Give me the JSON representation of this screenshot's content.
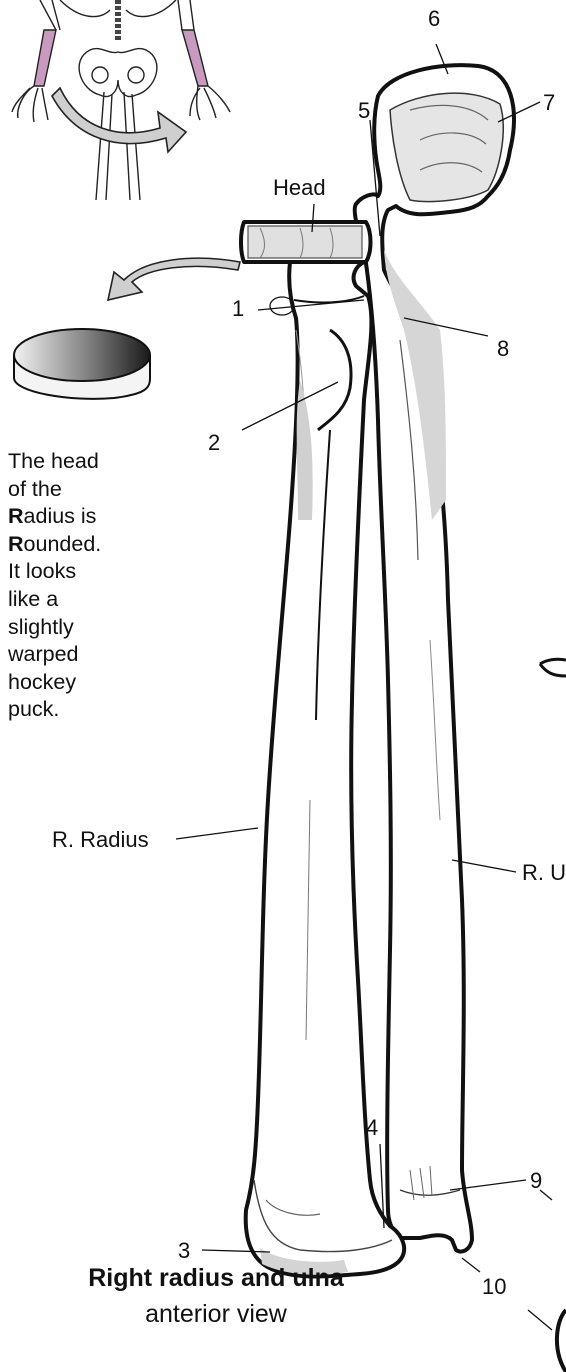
{
  "labels": {
    "head": "Head",
    "n1": "1",
    "n2": "2",
    "n3": "3",
    "n4": "4",
    "n5": "5",
    "n6": "6",
    "n7": "7",
    "n8": "8",
    "n9": "9",
    "n10": "10",
    "radius": "R. Radius",
    "ulna": "R. U"
  },
  "note": {
    "l1": "The head",
    "l2": "of the",
    "l3_bold": "R",
    "l3_rest": "adius is",
    "l4_bold": "R",
    "l4_rest": "ounded.",
    "l5": "It looks",
    "l6": "like a",
    "l7": "slightly",
    "l8": "warped",
    "l9": "hockey",
    "l10": "puck."
  },
  "caption": {
    "title": "Right radius and ulna",
    "subtitle": "anterior view"
  },
  "colors": {
    "highlight": "#c89ac0",
    "bone_shadow": "#c9c9c9",
    "outline": "#111111"
  }
}
